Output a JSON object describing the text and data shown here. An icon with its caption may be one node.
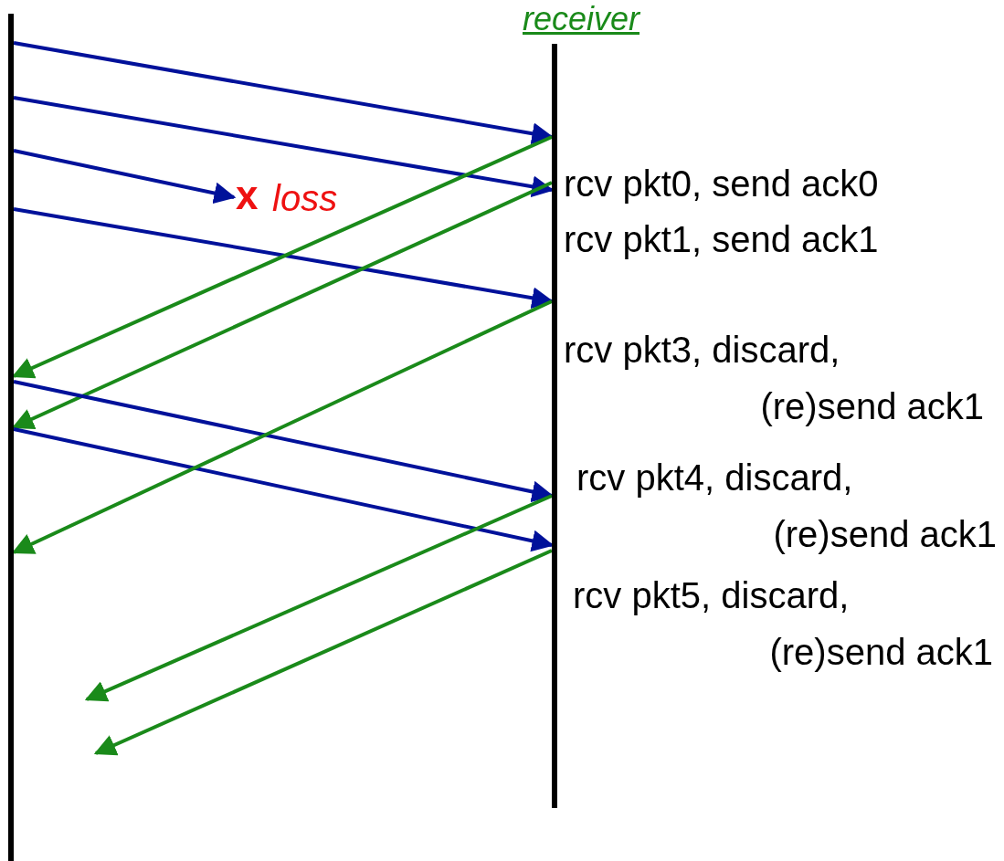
{
  "diagram": {
    "nodes": [
      {
        "text": [],
        "shape": "bar"
      },
      {
        "text": [],
        "shape": "bar",
        "beside": [
          "receiver"
        ]
      },
      {
        "text": [
          "x"
        ],
        "beside": [
          "loss"
        ]
      }
    ],
    "edges": [
      {
        "from": 0,
        "to": 1,
        "arrow": "to"
      },
      {
        "from": 0,
        "to": 1,
        "arrow": "to"
      },
      {
        "from": 0,
        "to": 2,
        "arrow": "to"
      },
      {
        "from": 0,
        "to": 1,
        "arrow": "to"
      },
      {
        "from": 1,
        "to": 0,
        "arrow": "to",
        "color": "#1a8a1a"
      },
      {
        "from": 1,
        "to": 0,
        "arrow": "to",
        "color": "#1a8a1a"
      },
      {
        "from": 0,
        "to": 1,
        "arrow": "to"
      },
      {
        "from": 0,
        "to": 1,
        "arrow": "to"
      },
      {
        "from": 1,
        "to": 0,
        "arrow": "to",
        "color": "#1a8a1a"
      },
      {
        "from": 1,
        "to": null,
        "arrow": "to",
        "color": "#1a8a1a"
      },
      {
        "from": 1,
        "to": null,
        "arrow": "to",
        "color": "#1a8a1a"
      }
    ],
    "labels": [
      "rcv pkt0, send ack0",
      "rcv pkt1, send ack1",
      "rcv pkt3, discard, (re)send ack1",
      "rcv pkt4, discard, (re)send ack1",
      "rcv pkt5, discard, (re)send ack1"
    ]
  }
}
